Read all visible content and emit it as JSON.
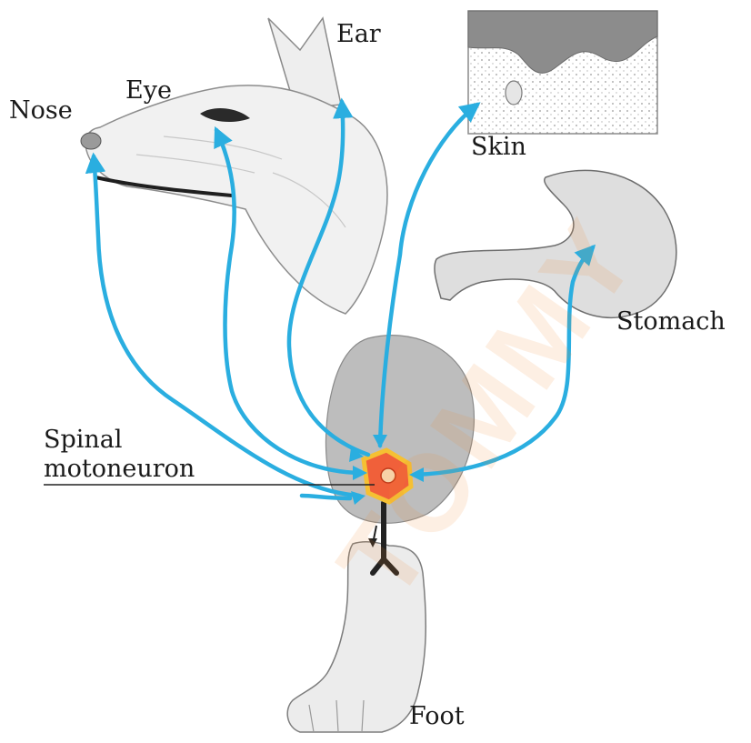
{
  "labels": {
    "nose": "Nose",
    "eye": "Eye",
    "ear": "Ear",
    "skin": "Skin",
    "stomach": "Stomach",
    "spinal_line1": "Spinal",
    "spinal_line2": "motoneuron",
    "foot": "Foot"
  },
  "watermark": "TOMMY",
  "colors": {
    "pathway": "#2aaee0",
    "neuron_fill": "#f0603a",
    "neuron_border": "#f5c033",
    "watermark": "#f08a30",
    "axon": "#222222",
    "cord": "#bdbdbd"
  }
}
